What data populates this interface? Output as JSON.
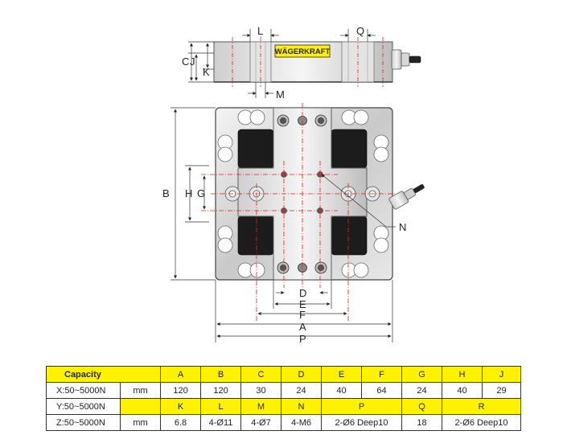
{
  "brand": "WÄGERKRAFT",
  "dimension_labels": {
    "A": "A",
    "B": "B",
    "C": "C",
    "D": "D",
    "E": "E",
    "F": "F",
    "G": "G",
    "H": "H",
    "J": "J",
    "K": "K",
    "L": "L",
    "M": "M",
    "N": "N",
    "P": "P",
    "Q": "Q"
  },
  "table": {
    "capacity_header": "Capacity",
    "capacity_rows": [
      "X:50~5000N",
      "Y:50~5000N",
      "Z:50~5000N"
    ],
    "unit": "mm",
    "row1_headers": [
      "A",
      "B",
      "C",
      "D",
      "E",
      "F",
      "G",
      "H",
      "J"
    ],
    "row1_values": [
      "120",
      "120",
      "30",
      "24",
      "40",
      "64",
      "24",
      "40",
      "29"
    ],
    "row2_headers": [
      "K",
      "L",
      "M",
      "N",
      "P",
      "Q",
      "R"
    ],
    "row2_values": [
      "6.8",
      "4-Ø11",
      "4-Ø7",
      "4-M6",
      "2-Ø6 Deep10",
      "18",
      "2-Ø6 Deep10"
    ]
  }
}
